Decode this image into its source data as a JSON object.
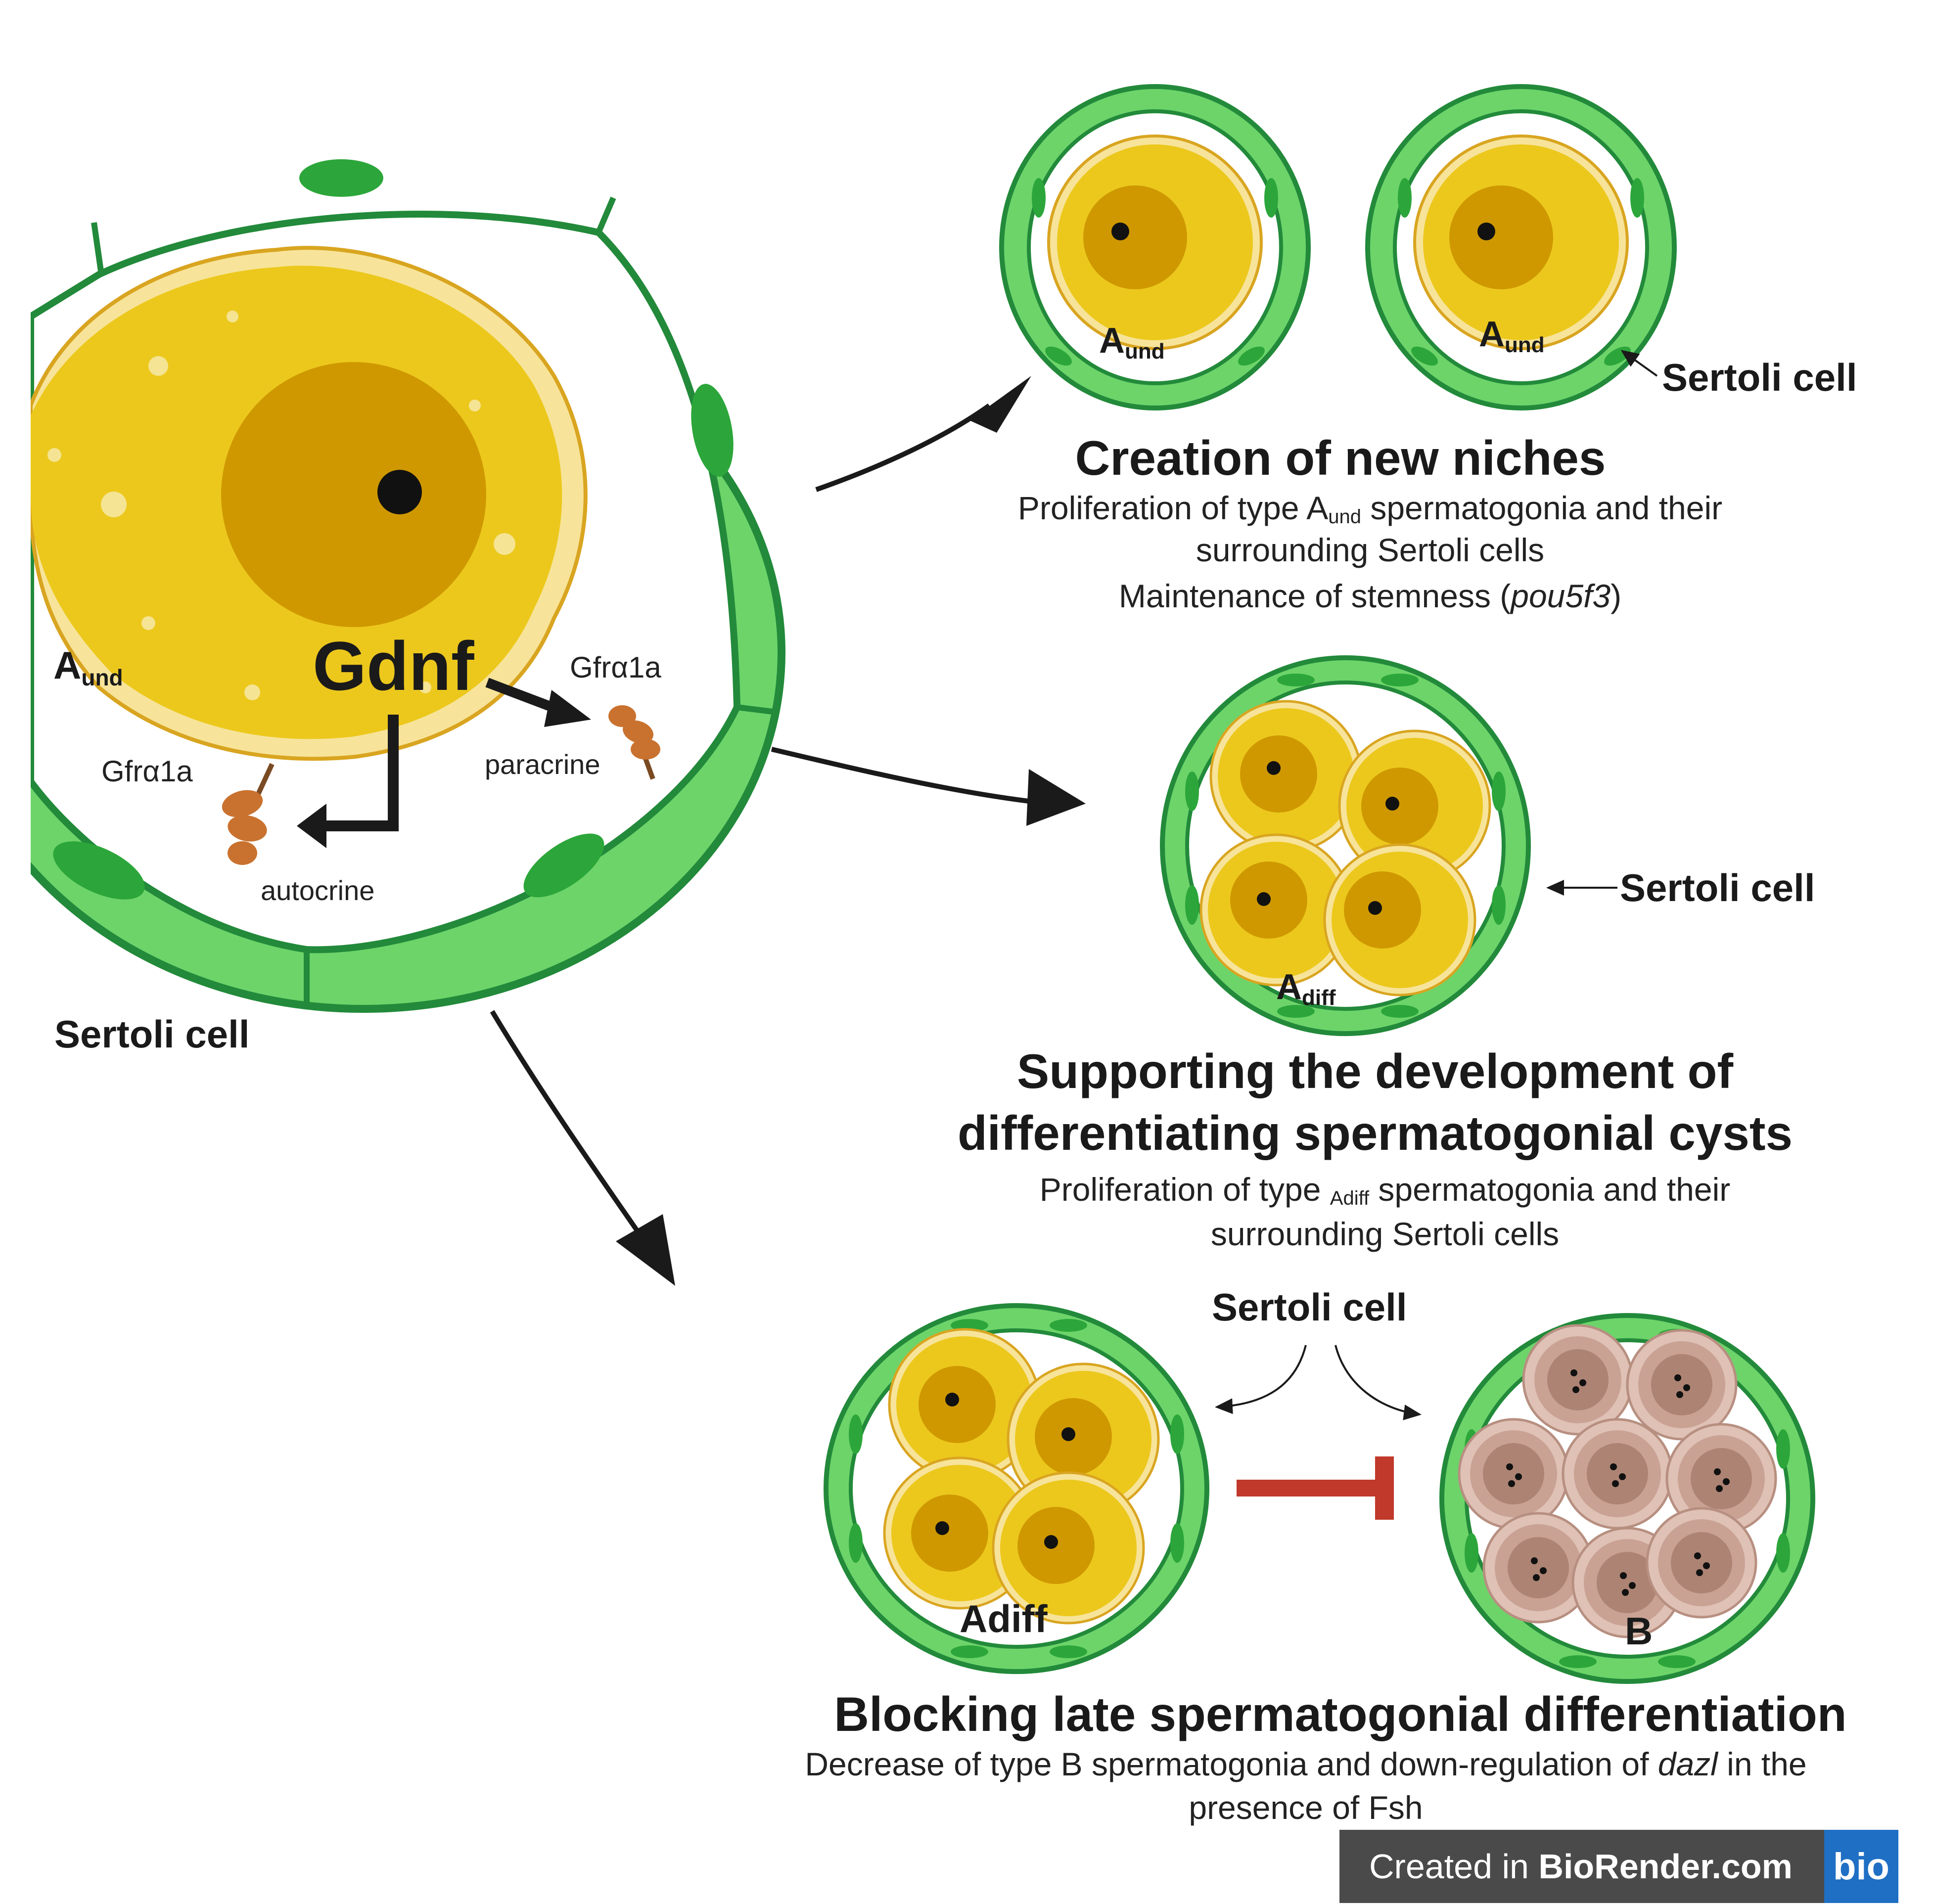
{
  "main": {
    "gdnf": "Gdnf",
    "cell_label_a": "A",
    "cell_label_sub": "und",
    "receptor_left": "Gfrα1a",
    "receptor_right": "Gfrα1a",
    "paracrine": "paracrine",
    "autocrine": "autocrine",
    "sertoli": "Sertoli cell"
  },
  "panel1": {
    "cell_a": "A",
    "cell_sub": "und",
    "cell_a2": "A",
    "cell_sub2": "und",
    "sertoli": "Sertoli cell",
    "title": "Creation of new niches",
    "desc1_pre": "Proliferation of type A",
    "desc1_sub": "und",
    "desc1_post": " spermatogonia and their",
    "desc2": "surrounding Sertoli cells",
    "desc3_pre": "Maintenance of stemness (",
    "desc3_ital": "pou5f3",
    "desc3_post": ")"
  },
  "panel2": {
    "cell_a": "A",
    "cell_sub": "diff",
    "sertoli": "Sertoli cell",
    "title1": "Supporting the development of",
    "title2": "differentiating spermatogonial cysts",
    "desc1_pre": "Proliferation of type ",
    "desc1_sub": "Adiff",
    "desc1_post": " spermatogonia and their",
    "desc2": "surrounding Sertoli cells"
  },
  "panel3": {
    "sertoli": "Sertoli cell",
    "label_adiff": "Adiff",
    "label_b": "B",
    "title": "Blocking late spermatogonial differentiation",
    "desc1_pre": "Decrease of type B spermatogonia and down-regulation of ",
    "desc1_ital": "dazl",
    "desc1_post": " in the",
    "desc2": "presence of Fsh"
  },
  "badge": {
    "prefix": "Created in ",
    "brand": "BioRender.com",
    "logo": "bio"
  },
  "colors": {
    "sertoli_fill": "#6dd46a",
    "sertoli_stroke": "#228a3a",
    "sertoli_nucleus": "#2ca63a",
    "cell_yellow": "#ecc81d",
    "cell_edge": "#f7e49a",
    "nucleus": "#cf9800",
    "b_cell": "#c9a294",
    "b_nucleus": "#ad8373",
    "inhibit": "#c0392b",
    "receptor": "#c9722f"
  }
}
